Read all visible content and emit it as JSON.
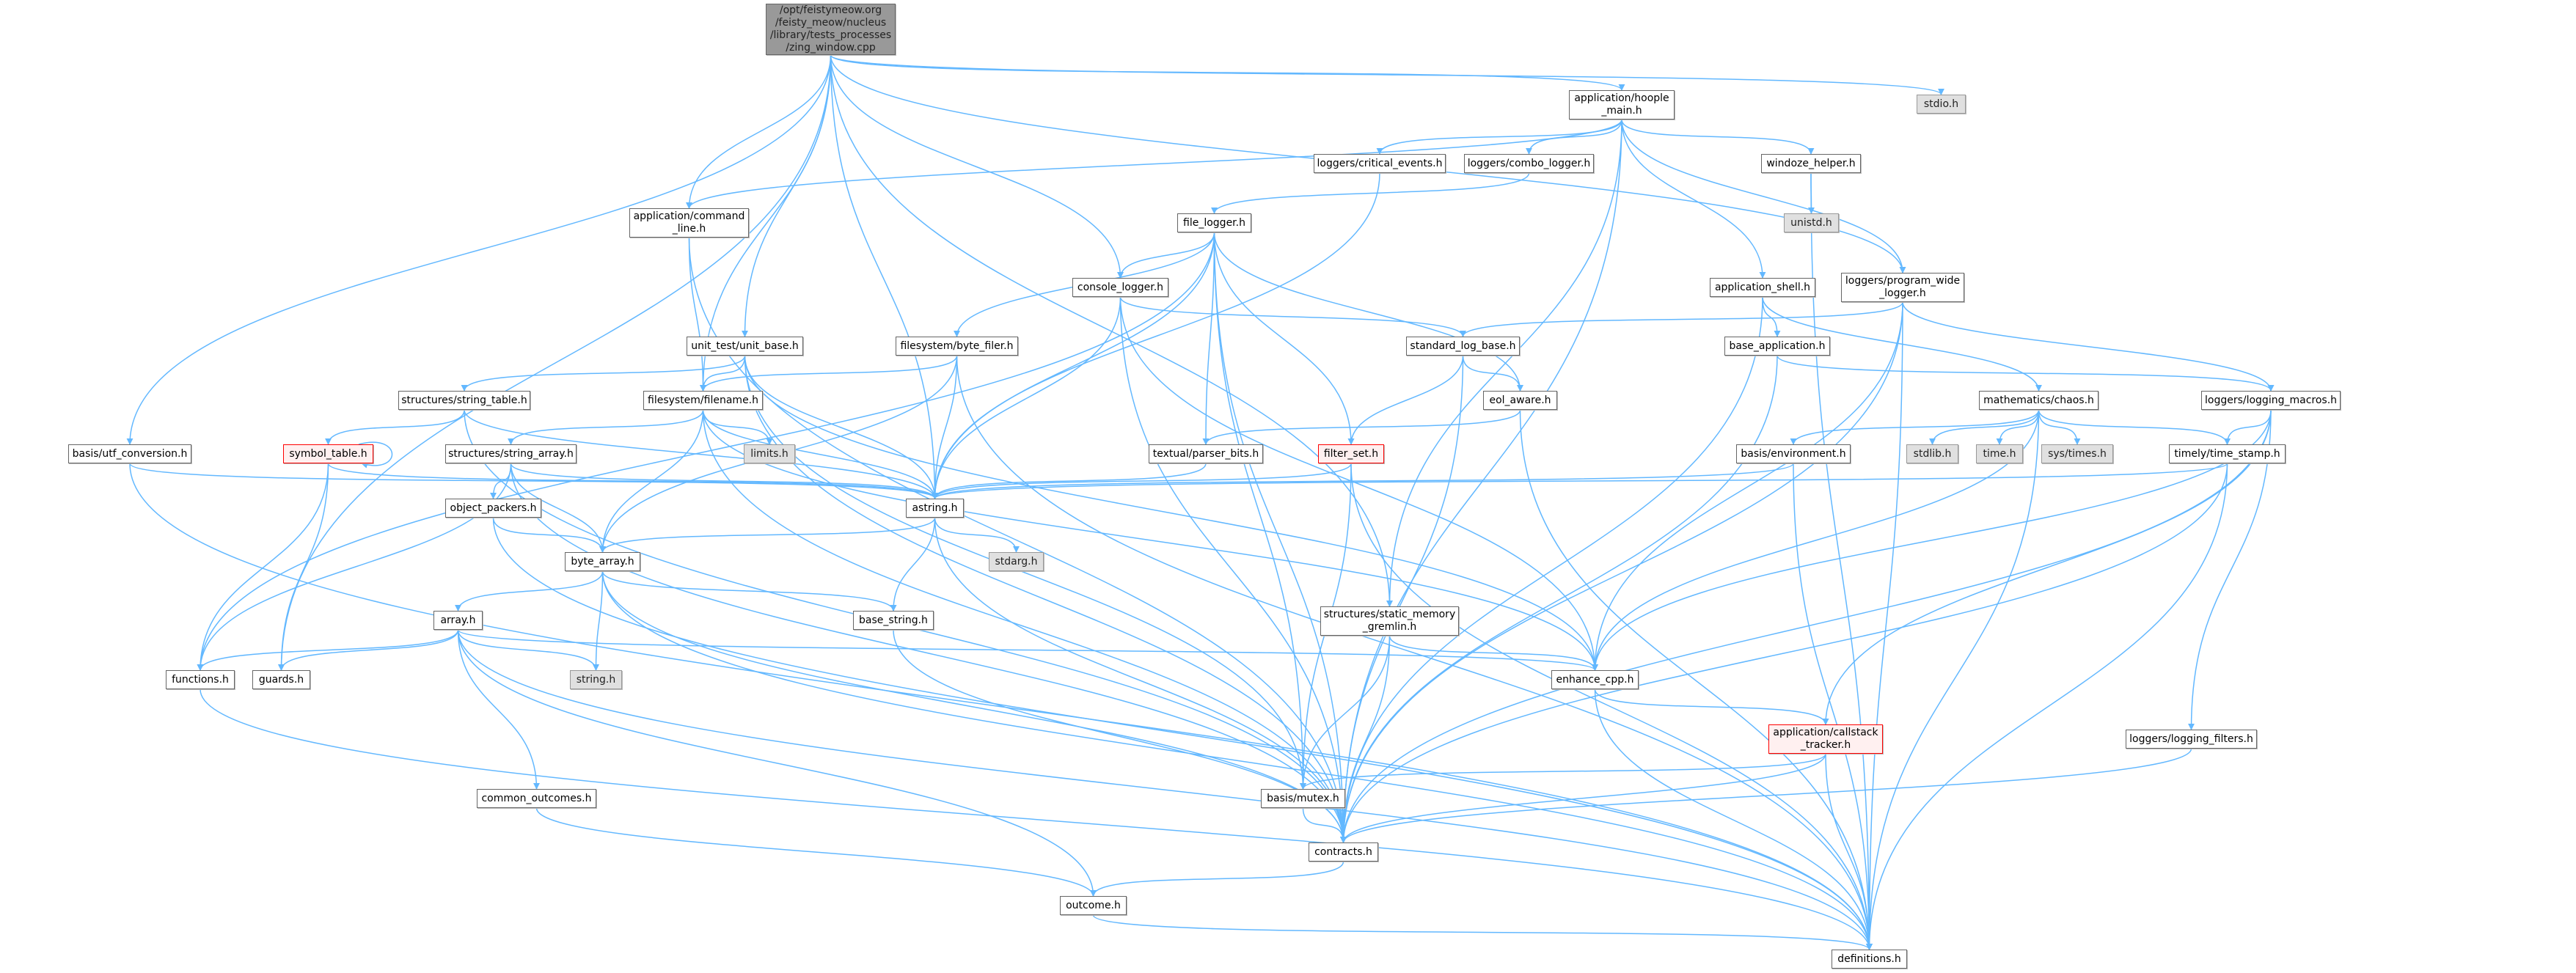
{
  "graph": {
    "colors": {
      "edge": "#63b8ff",
      "node_border": "#666666",
      "system_fill": "#e0e0e0",
      "root_fill": "#999999",
      "incomplete_border": "#ff0000"
    },
    "nodes": [
      {
        "id": "root",
        "label": "/opt/feistymeow.org\n/feisty_meow/nucleus\n/library/tests_processes\n/zing_window.cpp",
        "kind": "root"
      },
      {
        "id": "hoople_main",
        "label": "application/hoople\n_main.h",
        "kind": "normal"
      },
      {
        "id": "stdio",
        "label": "stdio.h",
        "kind": "sys"
      },
      {
        "id": "critical_events",
        "label": "loggers/critical_events.h",
        "kind": "normal"
      },
      {
        "id": "combo_logger",
        "label": "loggers/combo_logger.h",
        "kind": "normal"
      },
      {
        "id": "windoze_helper",
        "label": "windoze_helper.h",
        "kind": "normal"
      },
      {
        "id": "command_line",
        "label": "application/command\n_line.h",
        "kind": "normal"
      },
      {
        "id": "file_logger",
        "label": "file_logger.h",
        "kind": "normal"
      },
      {
        "id": "unistd",
        "label": "unistd.h",
        "kind": "sys"
      },
      {
        "id": "console_logger",
        "label": "console_logger.h",
        "kind": "normal"
      },
      {
        "id": "application_shell",
        "label": "application_shell.h",
        "kind": "normal"
      },
      {
        "id": "program_wide_logger",
        "label": "loggers/program_wide\n_logger.h",
        "kind": "normal"
      },
      {
        "id": "unit_base",
        "label": "unit_test/unit_base.h",
        "kind": "normal"
      },
      {
        "id": "byte_filer",
        "label": "filesystem/byte_filer.h",
        "kind": "normal"
      },
      {
        "id": "standard_log_base",
        "label": "standard_log_base.h",
        "kind": "normal"
      },
      {
        "id": "base_application",
        "label": "base_application.h",
        "kind": "normal"
      },
      {
        "id": "string_table",
        "label": "structures/string_table.h",
        "kind": "normal"
      },
      {
        "id": "filename",
        "label": "filesystem/filename.h",
        "kind": "normal"
      },
      {
        "id": "eol_aware",
        "label": "eol_aware.h",
        "kind": "normal"
      },
      {
        "id": "chaos",
        "label": "mathematics/chaos.h",
        "kind": "normal"
      },
      {
        "id": "logging_macros",
        "label": "loggers/logging_macros.h",
        "kind": "normal"
      },
      {
        "id": "utf_conversion",
        "label": "basis/utf_conversion.h",
        "kind": "normal"
      },
      {
        "id": "symbol_table",
        "label": "symbol_table.h",
        "kind": "red"
      },
      {
        "id": "string_array",
        "label": "structures/string_array.h",
        "kind": "normal"
      },
      {
        "id": "limits",
        "label": "limits.h",
        "kind": "sys"
      },
      {
        "id": "parser_bits",
        "label": "textual/parser_bits.h",
        "kind": "normal"
      },
      {
        "id": "filter_set",
        "label": "filter_set.h",
        "kind": "red"
      },
      {
        "id": "environment",
        "label": "basis/environment.h",
        "kind": "normal"
      },
      {
        "id": "stdlib",
        "label": "stdlib.h",
        "kind": "sys"
      },
      {
        "id": "time",
        "label": "time.h",
        "kind": "sys"
      },
      {
        "id": "systimes",
        "label": "sys/times.h",
        "kind": "sys"
      },
      {
        "id": "time_stamp",
        "label": "timely/time_stamp.h",
        "kind": "normal"
      },
      {
        "id": "object_packers",
        "label": "object_packers.h",
        "kind": "normal"
      },
      {
        "id": "astring",
        "label": "astring.h",
        "kind": "normal"
      },
      {
        "id": "byte_array",
        "label": "byte_array.h",
        "kind": "normal"
      },
      {
        "id": "stdarg",
        "label": "stdarg.h",
        "kind": "sys"
      },
      {
        "id": "array",
        "label": "array.h",
        "kind": "normal"
      },
      {
        "id": "base_string",
        "label": "base_string.h",
        "kind": "normal"
      },
      {
        "id": "static_memory_gremlin",
        "label": "structures/static_memory\n_gremlin.h",
        "kind": "normal"
      },
      {
        "id": "functions",
        "label": "functions.h",
        "kind": "normal"
      },
      {
        "id": "guards",
        "label": "guards.h",
        "kind": "normal"
      },
      {
        "id": "string_h",
        "label": "string.h",
        "kind": "sys"
      },
      {
        "id": "enhance_cpp",
        "label": "enhance_cpp.h",
        "kind": "normal"
      },
      {
        "id": "callstack_tracker",
        "label": "application/callstack\n_tracker.h",
        "kind": "red"
      },
      {
        "id": "logging_filters",
        "label": "loggers/logging_filters.h",
        "kind": "normal"
      },
      {
        "id": "common_outcomes",
        "label": "common_outcomes.h",
        "kind": "normal"
      },
      {
        "id": "mutex",
        "label": "basis/mutex.h",
        "kind": "normal"
      },
      {
        "id": "contracts",
        "label": "contracts.h",
        "kind": "normal"
      },
      {
        "id": "outcome",
        "label": "outcome.h",
        "kind": "normal"
      },
      {
        "id": "definitions",
        "label": "definitions.h",
        "kind": "normal"
      }
    ],
    "edges": [
      [
        "root",
        "hoople_main"
      ],
      [
        "root",
        "command_line"
      ],
      [
        "root",
        "console_logger"
      ],
      [
        "root",
        "program_wide_logger"
      ],
      [
        "root",
        "stdio"
      ],
      [
        "root",
        "unit_base"
      ],
      [
        "root",
        "filename"
      ],
      [
        "root",
        "astring"
      ],
      [
        "root",
        "utf_conversion"
      ],
      [
        "root",
        "guards"
      ],
      [
        "root",
        "static_memory_gremlin"
      ],
      [
        "hoople_main",
        "command_line"
      ],
      [
        "hoople_main",
        "critical_events"
      ],
      [
        "hoople_main",
        "combo_logger"
      ],
      [
        "hoople_main",
        "windoze_helper"
      ],
      [
        "hoople_main",
        "program_wide_logger"
      ],
      [
        "hoople_main",
        "application_shell"
      ],
      [
        "hoople_main",
        "contracts"
      ],
      [
        "hoople_main",
        "static_memory_gremlin"
      ],
      [
        "critical_events",
        "astring"
      ],
      [
        "combo_logger",
        "file_logger"
      ],
      [
        "windoze_helper",
        "unistd"
      ],
      [
        "windoze_helper",
        "definitions"
      ],
      [
        "command_line",
        "filename"
      ],
      [
        "command_line",
        "contracts"
      ],
      [
        "file_logger",
        "console_logger"
      ],
      [
        "file_logger",
        "byte_filer"
      ],
      [
        "file_logger",
        "astring"
      ],
      [
        "file_logger",
        "parser_bits"
      ],
      [
        "file_logger",
        "filter_set"
      ],
      [
        "file_logger",
        "eol_aware"
      ],
      [
        "file_logger",
        "mutex"
      ],
      [
        "file_logger",
        "contracts"
      ],
      [
        "file_logger",
        "functions"
      ],
      [
        "console_logger",
        "standard_log_base"
      ],
      [
        "console_logger",
        "astring"
      ],
      [
        "console_logger",
        "contracts"
      ],
      [
        "console_logger",
        "enhance_cpp"
      ],
      [
        "program_wide_logger",
        "standard_log_base"
      ],
      [
        "program_wide_logger",
        "logging_macros"
      ],
      [
        "program_wide_logger",
        "contracts"
      ],
      [
        "program_wide_logger",
        "definitions"
      ],
      [
        "program_wide_logger",
        "enhance_cpp"
      ],
      [
        "application_shell",
        "base_application"
      ],
      [
        "application_shell",
        "chaos"
      ],
      [
        "application_shell",
        "contracts"
      ],
      [
        "base_application",
        "logging_macros"
      ],
      [
        "base_application",
        "contracts"
      ],
      [
        "standard_log_base",
        "eol_aware"
      ],
      [
        "standard_log_base",
        "filter_set"
      ],
      [
        "standard_log_base",
        "contracts"
      ],
      [
        "eol_aware",
        "parser_bits"
      ],
      [
        "eol_aware",
        "definitions"
      ],
      [
        "filter_set",
        "astring"
      ],
      [
        "filter_set",
        "mutex"
      ],
      [
        "filter_set",
        "definitions"
      ],
      [
        "parser_bits",
        "astring"
      ],
      [
        "unit_base",
        "string_table"
      ],
      [
        "unit_base",
        "filename"
      ],
      [
        "unit_base",
        "astring"
      ],
      [
        "unit_base",
        "contracts"
      ],
      [
        "unit_base",
        "mutex"
      ],
      [
        "unit_base",
        "enhance_cpp"
      ],
      [
        "byte_filer",
        "filename"
      ],
      [
        "byte_filer",
        "astring"
      ],
      [
        "byte_filer",
        "byte_array"
      ],
      [
        "byte_filer",
        "definitions"
      ],
      [
        "utf_conversion",
        "astring"
      ],
      [
        "utf_conversion",
        "definitions"
      ],
      [
        "string_table",
        "symbol_table"
      ],
      [
        "string_table",
        "astring"
      ],
      [
        "string_table",
        "contracts"
      ],
      [
        "symbol_table",
        "symbol_table"
      ],
      [
        "symbol_table",
        "functions"
      ],
      [
        "symbol_table",
        "guards"
      ],
      [
        "symbol_table",
        "astring"
      ],
      [
        "filename",
        "string_array"
      ],
      [
        "filename",
        "limits"
      ],
      [
        "filename",
        "byte_array"
      ],
      [
        "filename",
        "astring"
      ],
      [
        "filename",
        "contracts"
      ],
      [
        "filename",
        "enhance_cpp"
      ],
      [
        "string_array",
        "object_packers"
      ],
      [
        "string_array",
        "byte_array"
      ],
      [
        "string_array",
        "astring"
      ],
      [
        "string_array",
        "functions"
      ],
      [
        "string_array",
        "contracts"
      ],
      [
        "object_packers",
        "byte_array"
      ],
      [
        "object_packers",
        "definitions"
      ],
      [
        "astring",
        "byte_array"
      ],
      [
        "astring",
        "stdarg"
      ],
      [
        "astring",
        "base_string"
      ],
      [
        "astring",
        "contracts"
      ],
      [
        "byte_array",
        "array"
      ],
      [
        "byte_array",
        "base_string"
      ],
      [
        "byte_array",
        "string_h"
      ],
      [
        "byte_array",
        "contracts"
      ],
      [
        "byte_array",
        "definitions"
      ],
      [
        "array",
        "functions"
      ],
      [
        "array",
        "guards"
      ],
      [
        "array",
        "string_h"
      ],
      [
        "array",
        "common_outcomes"
      ],
      [
        "array",
        "outcome"
      ],
      [
        "array",
        "enhance_cpp"
      ],
      [
        "array",
        "definitions"
      ],
      [
        "base_string",
        "contracts"
      ],
      [
        "functions",
        "definitions"
      ],
      [
        "common_outcomes",
        "outcome"
      ],
      [
        "chaos",
        "environment"
      ],
      [
        "chaos",
        "stdlib"
      ],
      [
        "chaos",
        "time"
      ],
      [
        "chaos",
        "systimes"
      ],
      [
        "chaos",
        "time_stamp"
      ],
      [
        "chaos",
        "definitions"
      ],
      [
        "chaos",
        "enhance_cpp"
      ],
      [
        "logging_macros",
        "time_stamp"
      ],
      [
        "logging_macros",
        "callstack_tracker"
      ],
      [
        "logging_macros",
        "logging_filters"
      ],
      [
        "logging_macros",
        "contracts"
      ],
      [
        "logging_macros",
        "enhance_cpp"
      ],
      [
        "environment",
        "astring"
      ],
      [
        "environment",
        "definitions"
      ],
      [
        "time_stamp",
        "astring"
      ],
      [
        "time_stamp",
        "contracts"
      ],
      [
        "time_stamp",
        "definitions"
      ],
      [
        "static_memory_gremlin",
        "enhance_cpp"
      ],
      [
        "static_memory_gremlin",
        "mutex"
      ],
      [
        "static_memory_gremlin",
        "contracts"
      ],
      [
        "enhance_cpp",
        "callstack_tracker"
      ],
      [
        "enhance_cpp",
        "definitions"
      ],
      [
        "callstack_tracker",
        "mutex"
      ],
      [
        "callstack_tracker",
        "contracts"
      ],
      [
        "callstack_tracker",
        "definitions"
      ],
      [
        "logging_filters",
        "contracts"
      ],
      [
        "mutex",
        "contracts"
      ],
      [
        "contracts",
        "outcome"
      ],
      [
        "outcome",
        "definitions"
      ]
    ]
  }
}
